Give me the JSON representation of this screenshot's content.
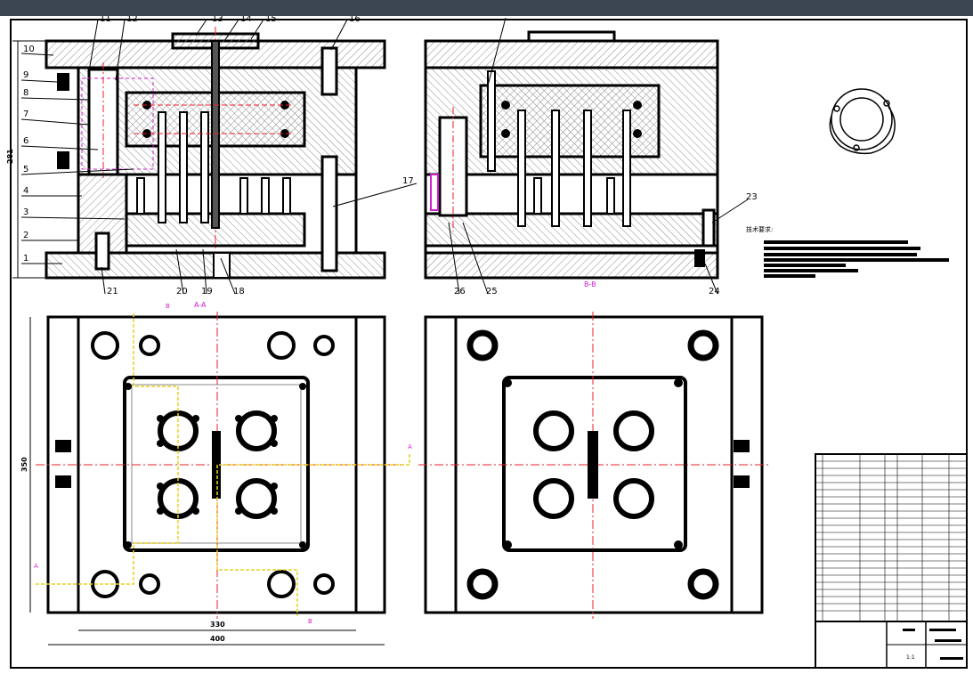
{
  "window": {
    "background": "#3c4552"
  },
  "colors": {
    "line": "#000000",
    "center": "#e8202a",
    "section": "#d020d0",
    "path": "#e8d21e",
    "hatch": "#9a9a9a"
  },
  "part_labels": [
    "1",
    "2",
    "3",
    "4",
    "5",
    "6",
    "7",
    "8",
    "9",
    "10",
    "11",
    "12",
    "13",
    "14",
    "15",
    "16",
    "17",
    "18",
    "19",
    "20",
    "21",
    "23",
    "24",
    "25",
    "26"
  ],
  "dims": {
    "height_left": "281",
    "height_plan": "350",
    "width_inner": "330",
    "width_outer": "400"
  },
  "section_labels": {
    "aa": "A-A",
    "bb": "B-B",
    "a": "A",
    "b": "B"
  },
  "notes": {
    "title": "技术要求:"
  },
  "title_block": {
    "scale": "1:1"
  }
}
